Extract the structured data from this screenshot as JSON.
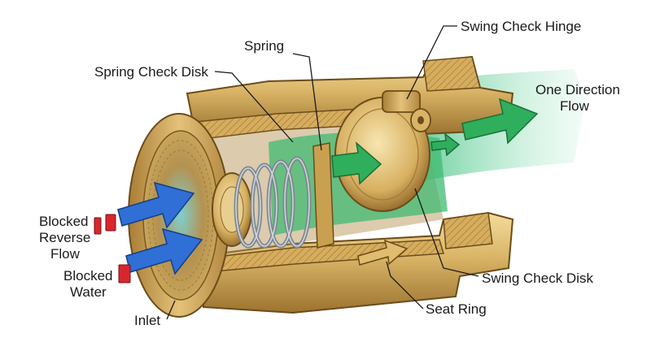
{
  "labels": {
    "spring": "Spring",
    "swing_check_hinge": "Swing Check Hinge",
    "spring_check_disk": "Spring Check Disk",
    "one_direction_line1": "One Direction",
    "one_direction_line2": "Flow",
    "blocked_reverse_line1": "Blocked",
    "blocked_reverse_line2": "Reverse",
    "blocked_reverse_line3": "Flow",
    "blocked_water_line1": "Blocked",
    "blocked_water_line2": "Water",
    "swing_check_disk": "Swing Check Disk",
    "inlet": "Inlet",
    "seat_ring": "Seat Ring"
  },
  "colors": {
    "brass_light": "#e8c77a",
    "brass_mid": "#c9a04f",
    "brass_dark": "#8a6526",
    "flow_green": "#2fae5c",
    "water_green": "#6fd3a0",
    "inlet_blue": "#2f6fd6",
    "blocked_red": "#d8262c",
    "spring_steel": "#9aa3ad"
  },
  "icons": [
    "flow-arrow-icon",
    "blocked-marker-icon"
  ]
}
